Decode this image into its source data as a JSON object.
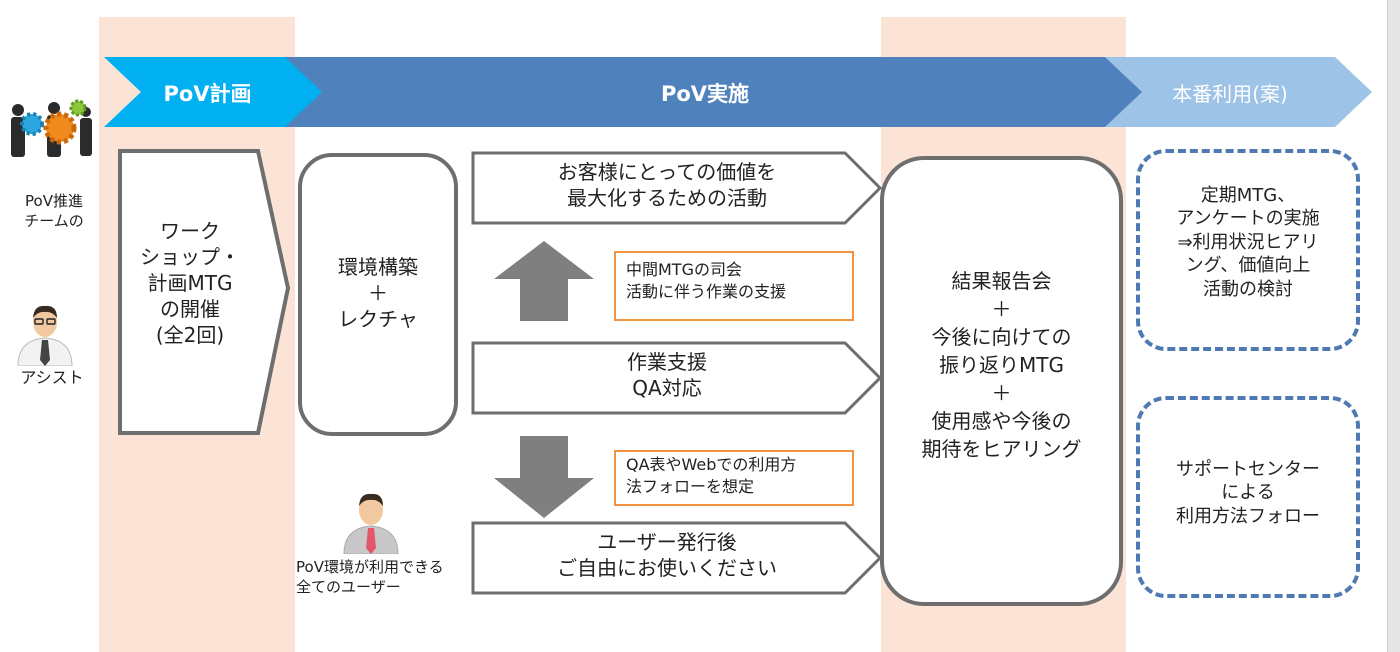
{
  "phases": {
    "plan": "PoV計画",
    "exec": "PoV実施",
    "prod": "本番利用(案)"
  },
  "roles": {
    "team": "PoV推進\nチームの",
    "assist": "アシスト",
    "users": "PoV環境が利用できる\n全てのユーザー"
  },
  "boxes": {
    "workshop": "ワーク\nショップ・\n計画MTG\nの開催\n(全2回)",
    "env": "環境構築\n＋\nレクチャ",
    "value": "お客様にとっての価値を\n最大化するための活動",
    "support": "作業支援\nQA対応",
    "after_issue": "ユーザー発行後\nご自由にお使いください",
    "report": "結果報告会\n＋\n今後に向けての\n振り返りMTG\n＋\n使用感や今後の\n期待をヒアリング",
    "regular": "定期MTG、\nアンケートの実施\n⇒利用状況ヒアリ\nング、価値向上\n活動の検討",
    "support_center": "サポートセンター\nによる\n利用方法フォロー"
  },
  "notes": {
    "mid": "中間MTGの司会\n活動に伴う作業の支援",
    "qa": "QA表やWebでの利用方\n法フォローを想定"
  },
  "colors": {
    "plan_blue": "#00b0f0",
    "exec_blue": "#4f81bd",
    "prod_blue": "#9dc3e6",
    "col_peach": "#fbe4d5",
    "box_gray": "#6e6e6e",
    "arrow_gray": "#7f7f7f",
    "note_orange": "#f29341",
    "dash_blue": "#4e79b3"
  }
}
